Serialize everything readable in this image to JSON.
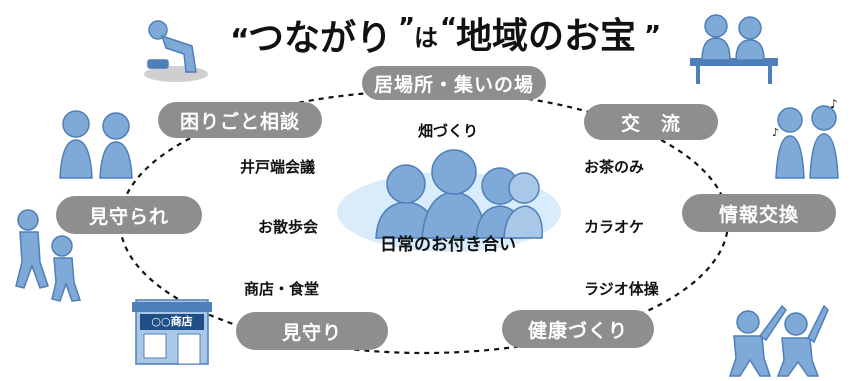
{
  "title": {
    "quote_open_1": "“",
    "word_1": "つながり",
    "quote_close_1": "”",
    "particle": "は",
    "quote_open_2": "“",
    "word_2": "地域のお宝",
    "quote_close_2": "”"
  },
  "ring_nodes": [
    "居場所・集いの場",
    "交　流",
    "情報交換",
    "健康づくり",
    "見守り",
    "見守られ",
    "困りごと相談"
  ],
  "activities": [
    "畑づくり",
    "井戸端会議",
    "お茶のみ",
    "お散歩会",
    "カラオケ",
    "商店・食堂",
    "ラジオ体操"
  ],
  "center": {
    "label": "日常のお付き合い"
  },
  "shop_sign": "○○商店",
  "colors": {
    "pill": "#8e8e8e",
    "figure": "#7fa9d6",
    "figure_dark": "#4f7fb8",
    "cloud": "#d8ecfb"
  },
  "icons": [
    "worker-figure-icon",
    "bench-couple-icon",
    "chatting-women-icon",
    "chatting-men-icon",
    "walking-couple-icon",
    "shop-icon",
    "stretching-couple-icon",
    "elderly-group-icon"
  ]
}
